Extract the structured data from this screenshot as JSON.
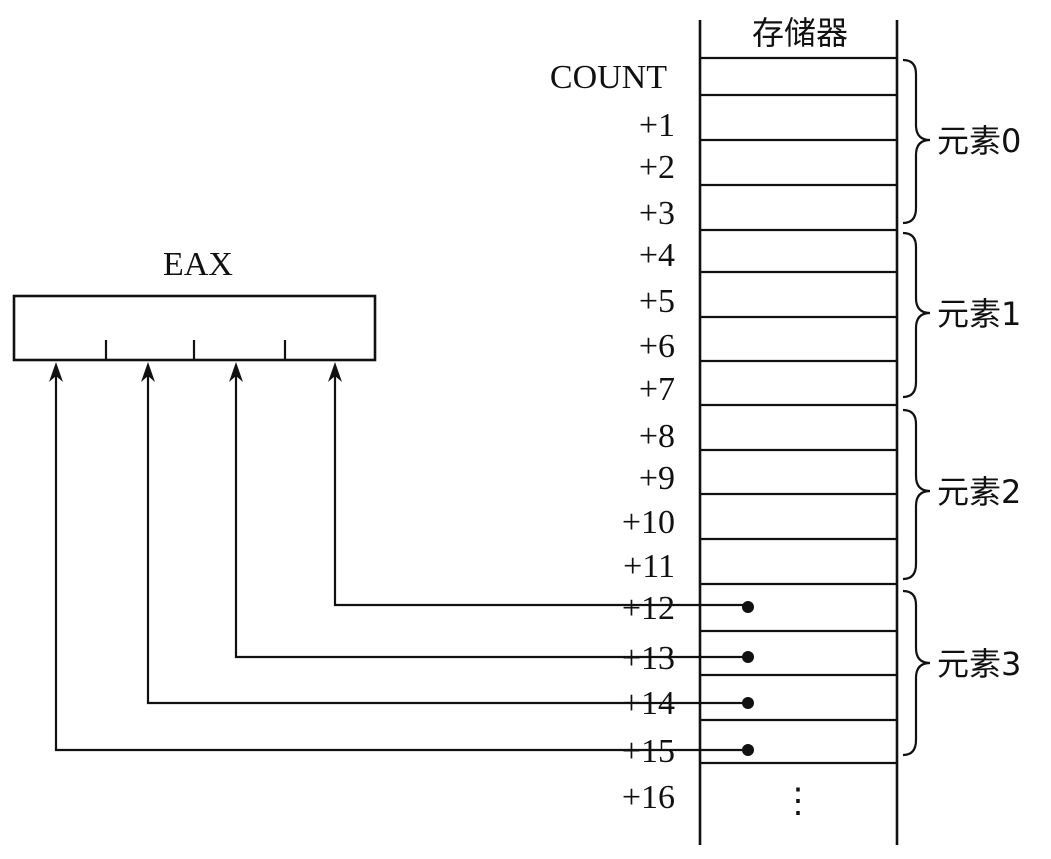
{
  "memory": {
    "title": "存储器",
    "base_label": "COUNT",
    "offsets": [
      "+1",
      "+2",
      "+3",
      "+4",
      "+5",
      "+6",
      "+7",
      "+8",
      "+9",
      "+10",
      "+11",
      "+12",
      "+13",
      "+14",
      "+15",
      "+16"
    ],
    "continuation": "⋮"
  },
  "elements": [
    {
      "label": "元素0"
    },
    {
      "label": "元素1"
    },
    {
      "label": "元素2"
    },
    {
      "label": "元素3"
    }
  ],
  "register": {
    "label": "EAX"
  },
  "loaded_bytes": [
    {
      "offset": "+12"
    },
    {
      "offset": "+13"
    },
    {
      "offset": "+14"
    },
    {
      "offset": "+15"
    }
  ]
}
